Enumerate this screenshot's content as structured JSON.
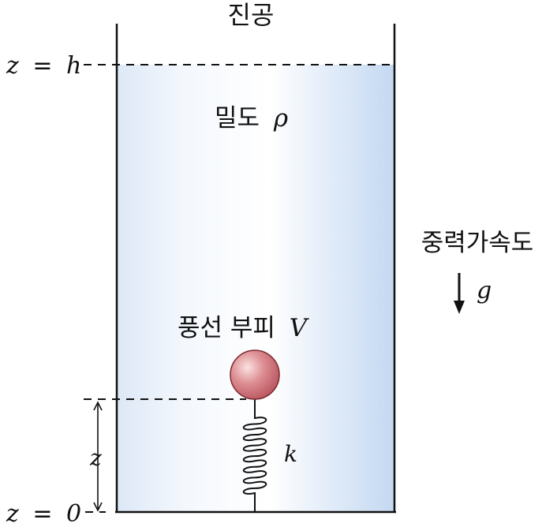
{
  "top_label": "진공",
  "level_top": {
    "var": "z",
    "eq": "=",
    "value": "h"
  },
  "level_bottom": {
    "var": "z",
    "eq": "=",
    "value": "0"
  },
  "fluid": {
    "label": "밀도",
    "symbol": "ρ",
    "color": "#c9dcf2"
  },
  "gravity": {
    "label": "중력가속도",
    "symbol": "g"
  },
  "balloon": {
    "label": "풍선 부피",
    "symbol": "V",
    "color": "#c0646b"
  },
  "spring": {
    "symbol": "k"
  },
  "height_marker": {
    "symbol": "z"
  }
}
